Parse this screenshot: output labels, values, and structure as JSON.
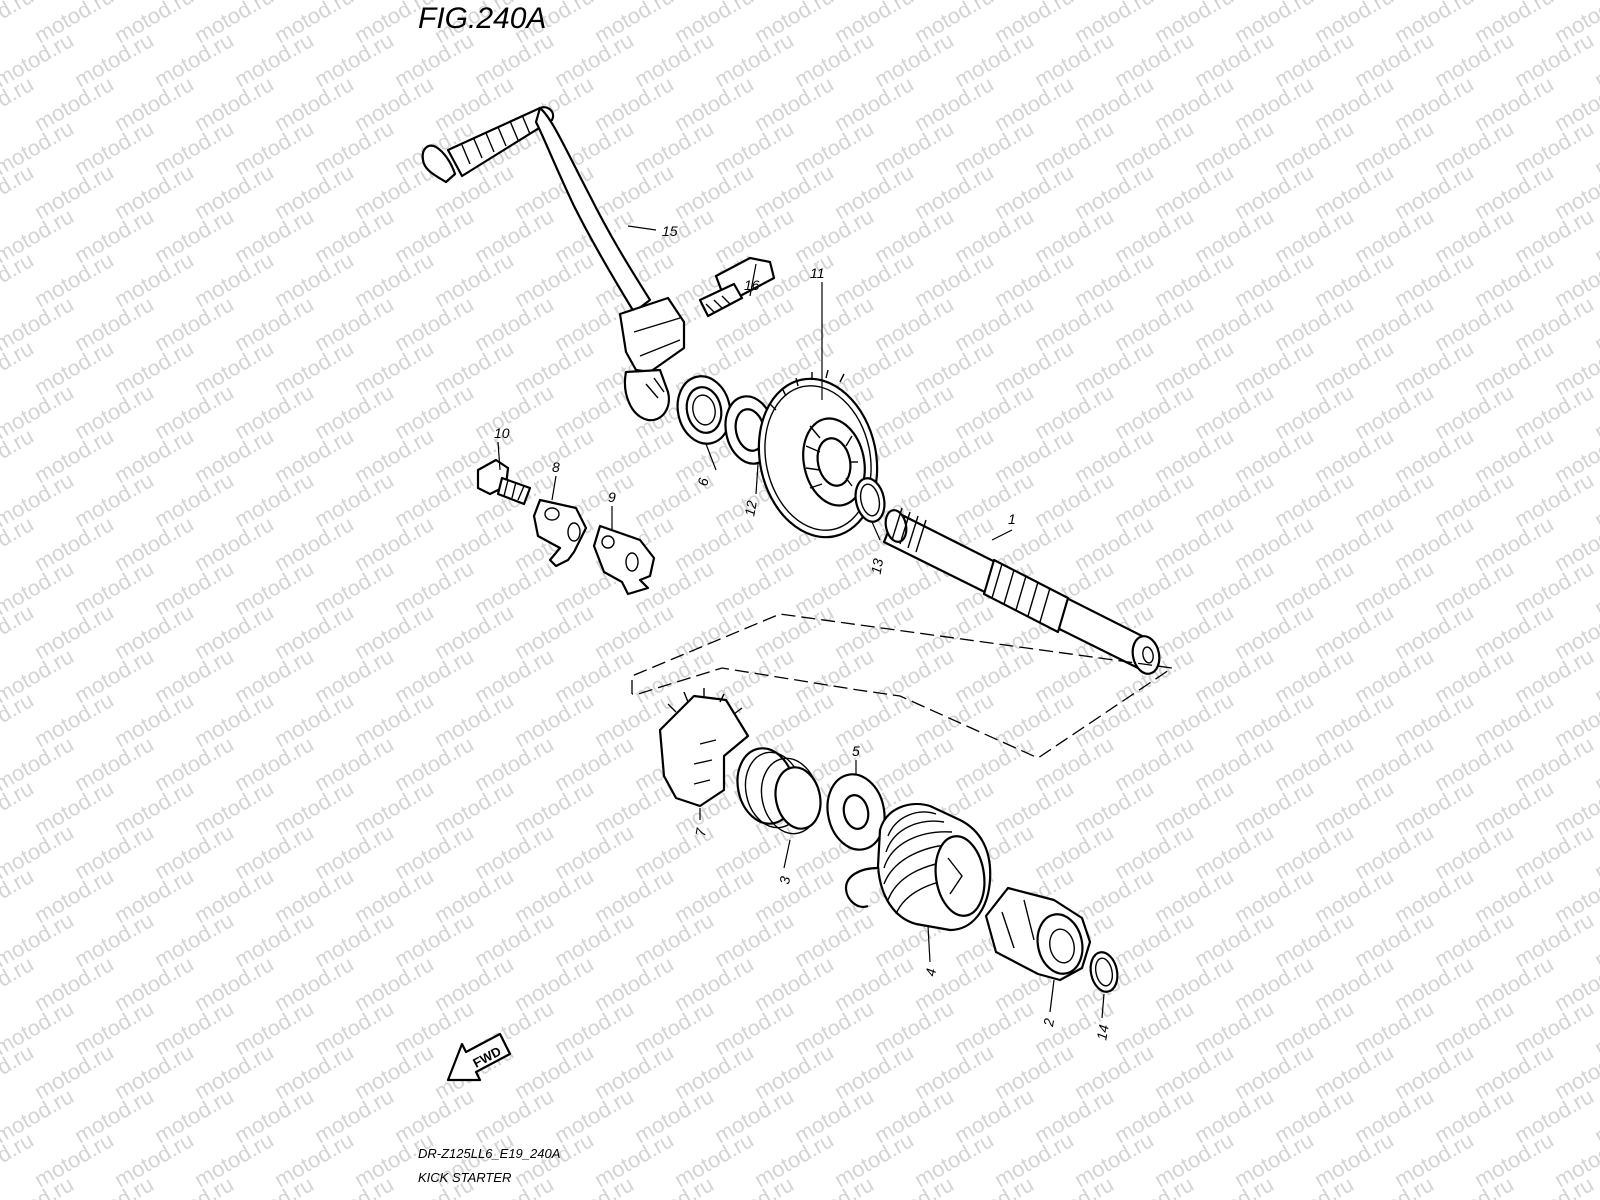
{
  "figure": {
    "title": "FIG.240A",
    "model_code": "DR-Z125LL6_E19_240A",
    "section_name": "KICK STARTER"
  },
  "watermark": "motod.ru",
  "direction_marker": "FWD",
  "callouts": [
    "1",
    "2",
    "3",
    "4",
    "5",
    "6",
    "7",
    "8",
    "9",
    "10",
    "11",
    "12",
    "13",
    "14",
    "15",
    "16"
  ]
}
